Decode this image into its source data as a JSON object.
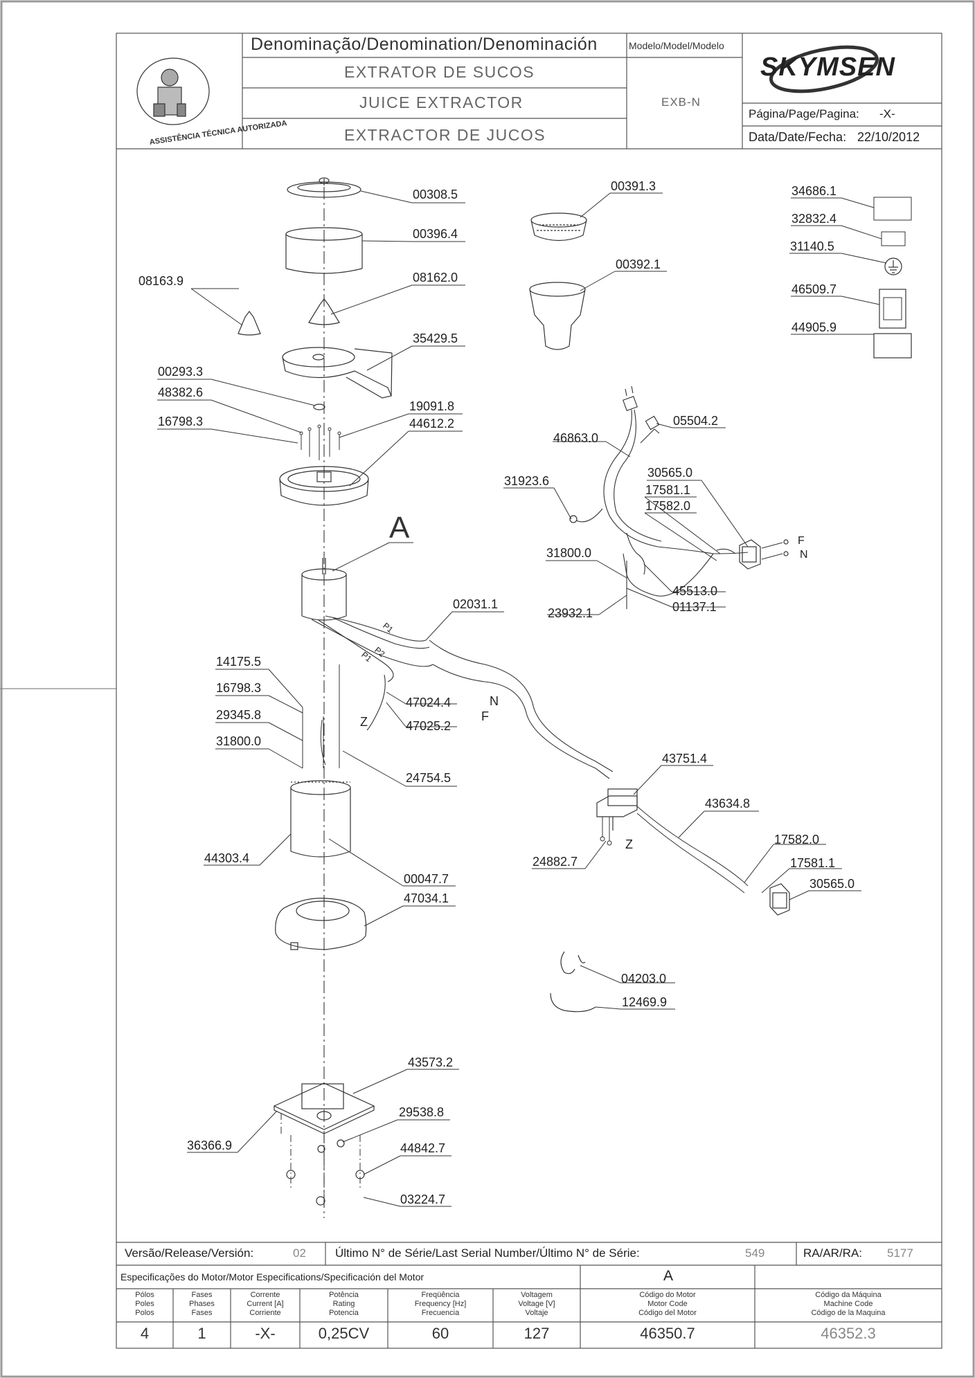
{
  "header": {
    "denomination_label": "Denominação/Denomination/Denominación",
    "names": [
      "EXTRATOR DE SUCOS",
      "JUICE EXTRACTOR",
      "EXTRACTOR DE JUCOS"
    ],
    "model_label": "Modelo/Model/Modelo",
    "model_value": "EXB-N",
    "brand": "SKYMSEN",
    "page_label": "Página/Page/Pagina:",
    "page_value": "-X-",
    "date_label": "Data/Date/Fecha:",
    "date_value": "22/10/2012",
    "seal_text": "ASSISTÊNCIA TÉCNICA AUTORIZADA"
  },
  "parts": [
    {
      "code": "00308.5"
    },
    {
      "code": "00396.4"
    },
    {
      "code": "08162.0"
    },
    {
      "code": "08163.9"
    },
    {
      "code": "35429.5"
    },
    {
      "code": "00293.3"
    },
    {
      "code": "48382.6"
    },
    {
      "code": "16798.3"
    },
    {
      "code": "19091.8"
    },
    {
      "code": "44612.2"
    },
    {
      "code": "A"
    },
    {
      "code": "02031.1"
    },
    {
      "code": "14175.5"
    },
    {
      "code": "16798.3"
    },
    {
      "code": "29345.8"
    },
    {
      "code": "31800.0"
    },
    {
      "code": "47024.4"
    },
    {
      "code": "47025.2"
    },
    {
      "code": "24754.5"
    },
    {
      "code": "44303.4"
    },
    {
      "code": "00047.7"
    },
    {
      "code": "47034.1"
    },
    {
      "code": "43573.2"
    },
    {
      "code": "29538.8"
    },
    {
      "code": "36366.9"
    },
    {
      "code": "44842.7"
    },
    {
      "code": "03224.7"
    },
    {
      "code": "00391.3"
    },
    {
      "code": "00392.1"
    },
    {
      "code": "34686.1"
    },
    {
      "code": "32832.4"
    },
    {
      "code": "31140.5"
    },
    {
      "code": "46509.7"
    },
    {
      "code": "44905.9"
    },
    {
      "code": "05504.2"
    },
    {
      "code": "46863.0"
    },
    {
      "code": "31923.6"
    },
    {
      "code": "30565.0"
    },
    {
      "code": "17581.1"
    },
    {
      "code": "17582.0"
    },
    {
      "code": "31800.0"
    },
    {
      "code": "45513.0"
    },
    {
      "code": "01137.1"
    },
    {
      "code": "23932.1"
    },
    {
      "code": "43751.4"
    },
    {
      "code": "43634.8"
    },
    {
      "code": "24882.7"
    },
    {
      "code": "17582.0"
    },
    {
      "code": "17581.1"
    },
    {
      "code": "30565.0"
    },
    {
      "code": "04203.0"
    },
    {
      "code": "12469.9"
    }
  ],
  "wire_marks": {
    "F": "F",
    "N": "N",
    "Z": "Z",
    "P1": "P1",
    "P2": "P2",
    "F2": "F",
    "N2": "N",
    "Z2": "Z",
    "Pp": "P1"
  },
  "footer": {
    "version_label": "Versão/Release/Versión:",
    "version_value": "02",
    "serial_label": "Último N° de Série/Last Serial Number/Último N° de Série:",
    "serial_value": "549",
    "ra_label": "RA/AR/RA:",
    "ra_value": "5177",
    "motor_spec_label": "Especificações do Motor/Motor Especifications/Specificación del Motor",
    "motor_ref": "A",
    "headers": [
      [
        "Pólos",
        "Poles",
        "Polos"
      ],
      [
        "Fases",
        "Phases",
        "Fases"
      ],
      [
        "Corrente",
        "Current [A]",
        "Corriente"
      ],
      [
        "Potência",
        "Rating",
        "Potencia"
      ],
      [
        "Freqüência",
        "Frequency [Hz]",
        "Frecuencia"
      ],
      [
        "Voltagem",
        "Voltage [V]",
        "Voltaje"
      ],
      [
        "Código do Motor",
        "Motor Code",
        "Código del Motor"
      ],
      [
        "Código da Máquina",
        "Machine Code",
        "Código de la Maquina"
      ]
    ],
    "values": [
      "4",
      "1",
      "-X-",
      "0,25CV",
      "60",
      "127",
      "46350.7",
      "46352.3"
    ]
  }
}
